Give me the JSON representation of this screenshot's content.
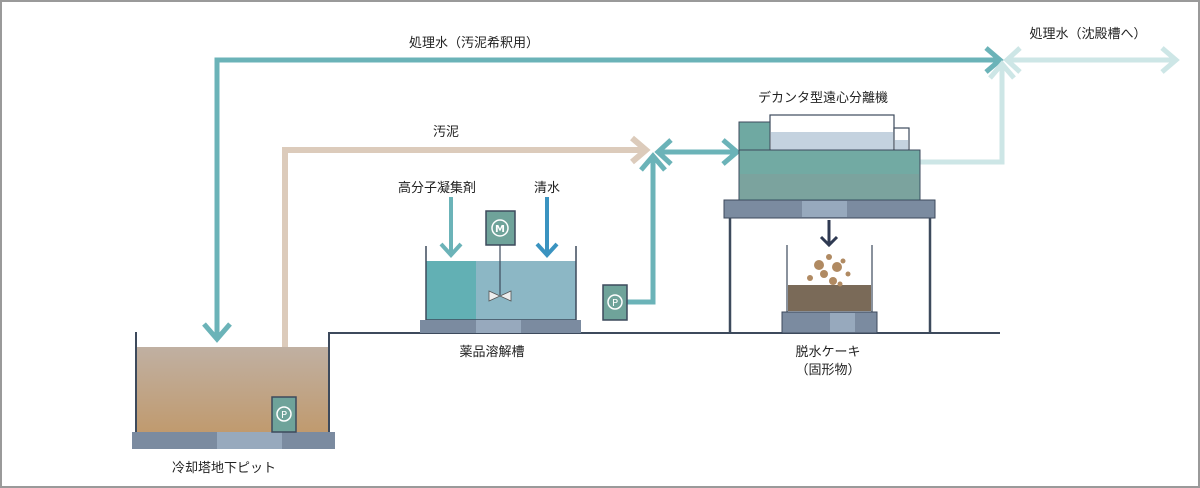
{
  "labels": {
    "treated_water_dilution": "処理水（汚泥希釈用）",
    "treated_water_settling": "処理水（沈殿槽へ）",
    "decanter": "デカンタ型遠心分離機",
    "sludge": "汚泥",
    "polymer_flocculant": "高分子凝集剤",
    "fresh_water": "清水",
    "chemical_tank": "薬品溶解槽",
    "dewatered_cake": "脱水ケーキ",
    "solids": "（固形物）",
    "cooling_pit": "冷却塔地下ピット"
  },
  "symbols": {
    "pump": "P",
    "motor": "M"
  },
  "colors": {
    "treated_water": "#6bb3b8",
    "treated_water_out": "#cde6e6",
    "sludge_line": "#dccbbb",
    "fresh_water": "#3a93c0",
    "equipment": "#6fa39a",
    "base": "#7b8ba0",
    "cake": "#7a6a58"
  }
}
